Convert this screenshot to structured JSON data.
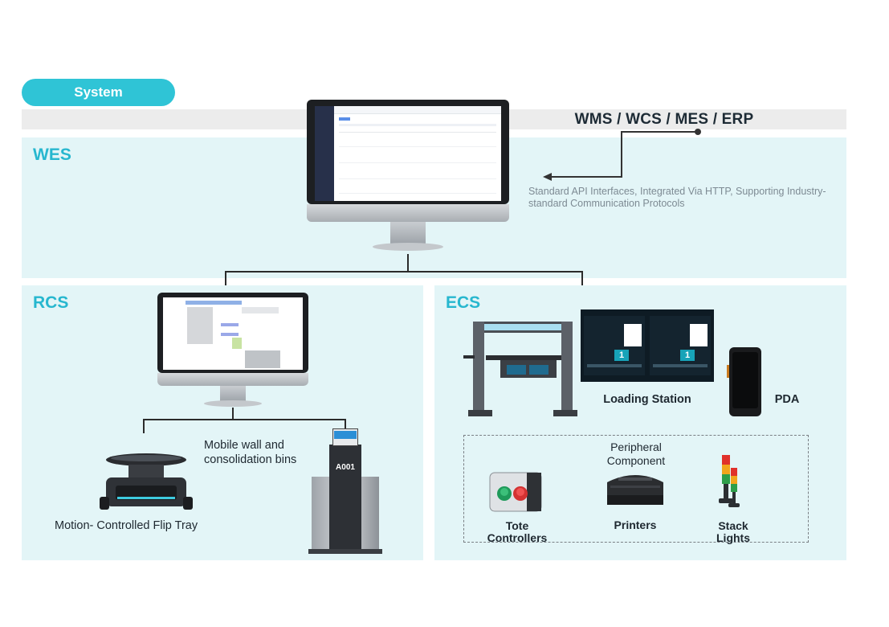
{
  "system_label": "System",
  "top_systems": "WMS / WCS / MES / ERP",
  "wes": {
    "label": "WES",
    "api_text": "Standard API Interfaces, Integrated Via HTTP, Supporting Industry- standard Communication Protocols"
  },
  "rcs": {
    "label": "RCS",
    "flip_tray": "Motion- Controlled Flip Tray",
    "mobile_wall": "Mobile wall and consolidation bins",
    "robot_tag": "A001"
  },
  "ecs": {
    "label": "ECS",
    "loading_station": "Loading Station",
    "pda": "PDA",
    "peripheral": "Peripheral Component",
    "tote_controllers": "Tote Controllers",
    "printers": "Printers",
    "stack_lights": "Stack Lights",
    "station_screen_number": "1"
  },
  "colors": {
    "accent": "#2fc4d6",
    "panel_bg": "#e3f5f7",
    "label": "#27b7cf"
  }
}
